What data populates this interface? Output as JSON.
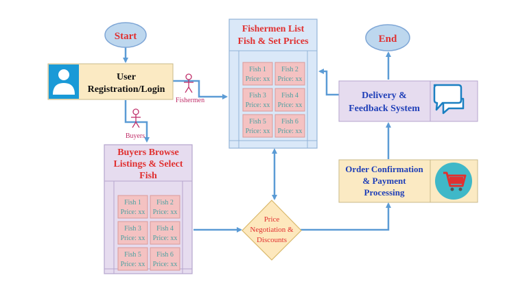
{
  "colors": {
    "arrow": "#5b9bd5",
    "terminal_fill": "#bdd7ee",
    "terminal_text": "#e03030",
    "process_fill": "#fbeac3",
    "panel_fill": "#dae8f8",
    "panel2_fill": "#e6dcef",
    "fish_fill": "#f4c2c2",
    "fish_text": "#4aa0a0",
    "decision_fill": "#fde8bd",
    "actor": "#c0306a"
  },
  "start": {
    "label": "Start"
  },
  "end": {
    "label": "End"
  },
  "registration": {
    "line1": "User",
    "line2": "Registration/Login",
    "icon": "user-icon"
  },
  "actors": {
    "fishermen": "Fishermen",
    "buyers": "Buyers"
  },
  "fishermen_panel": {
    "title1": "Fishermen List",
    "title2": "Fish & Set Prices"
  },
  "buyers_panel": {
    "title1": "Buyers Browse",
    "title2": "Listings & Select",
    "title3": "Fish"
  },
  "fish_items": [
    {
      "name": "Fish 1",
      "price": "Price: xx"
    },
    {
      "name": "Fish 2",
      "price": "Price: xx"
    },
    {
      "name": "Fish 3",
      "price": "Price: xx"
    },
    {
      "name": "Fish 4",
      "price": "Price: xx"
    },
    {
      "name": "Fish 5",
      "price": "Price: xx"
    },
    {
      "name": "Fish 6",
      "price": "Price: xx"
    }
  ],
  "negotiation": {
    "line1": "Price",
    "line2": "Negotiation &",
    "line3": "Discounts"
  },
  "order": {
    "line1": "Order Confirmation",
    "line2": "& Payment",
    "line3": "Processing",
    "icon": "shopping-cart-icon"
  },
  "delivery": {
    "line1": "Delivery &",
    "line2": "Feedback System",
    "icon": "chat-bubbles-icon"
  }
}
